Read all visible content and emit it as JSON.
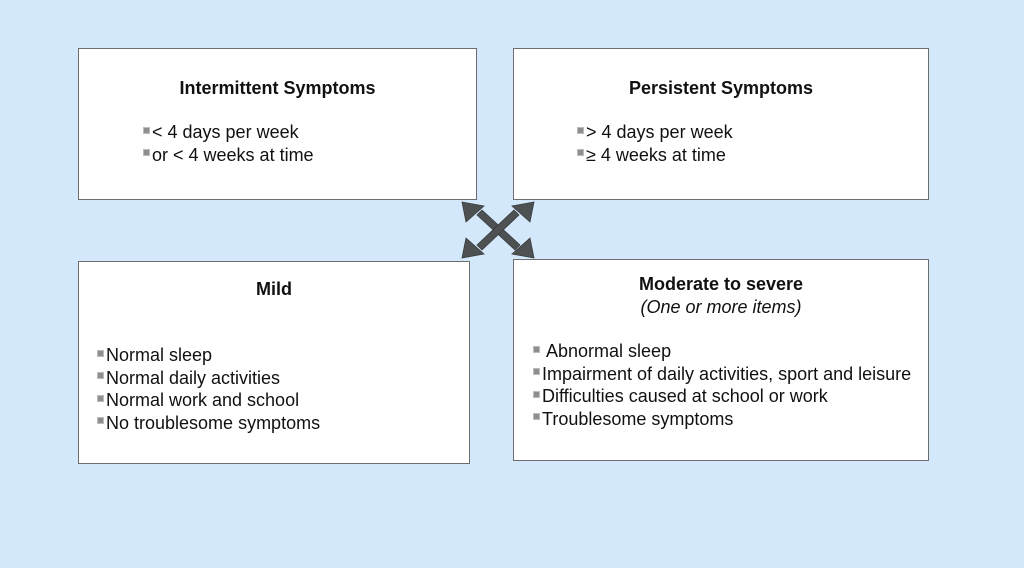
{
  "intermittent": {
    "title": "Intermittent Symptoms",
    "items": [
      "< 4 days per week",
      "or < 4 weeks at time"
    ]
  },
  "persistent": {
    "title": "Persistent Symptoms",
    "items": [
      "> 4 days per week",
      "≥ 4 weeks at time"
    ]
  },
  "mild": {
    "title": "Mild",
    "items": [
      "Normal sleep",
      "Normal daily activities",
      "Normal work and school",
      "No troublesome symptoms"
    ]
  },
  "moderate": {
    "title": "Moderate to severe",
    "subtitle": "(One or more items)",
    "items": [
      " Abnormal sleep",
      "Impairment of daily activities, sport and leisure",
      "Difficulties caused at school or work",
      "Troublesome symptoms"
    ]
  },
  "colors": {
    "background": "#d4e8fb",
    "box_fill": "#ffffff",
    "box_border": "#6d6d6d",
    "arrow": "#4d5152"
  },
  "icons": {
    "center": "four-way-cross-arrows-icon",
    "bullet": "square-bullet-icon"
  }
}
